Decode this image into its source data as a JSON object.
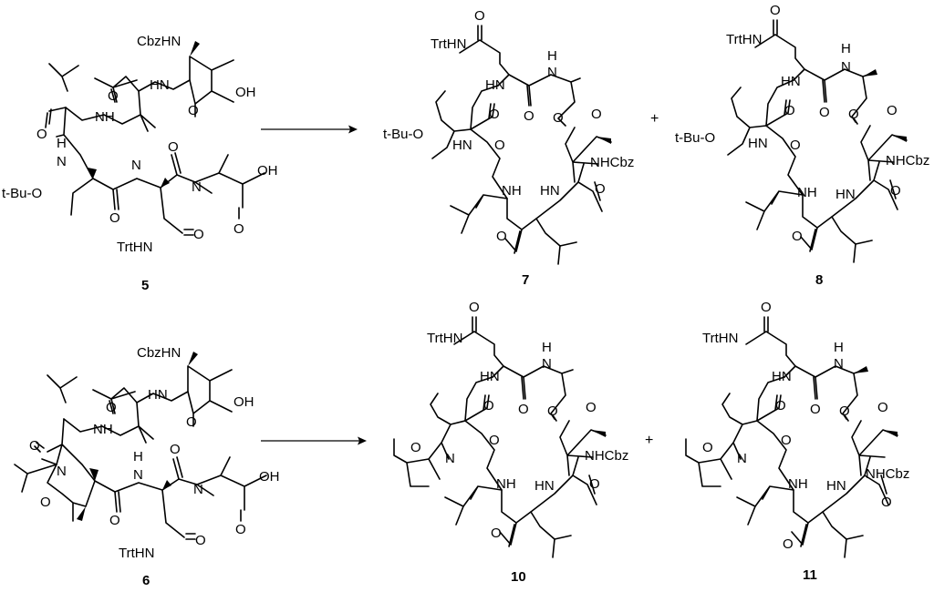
{
  "compounds": {
    "c5": "5",
    "c6": "6",
    "c7": "7",
    "c8": "8",
    "c10": "10",
    "c11": "11"
  },
  "operators": {
    "plus": "+"
  },
  "atoms": {
    "o": "O",
    "n": "N",
    "nh": "NH",
    "hn": "HN",
    "oh": "OH"
  },
  "groups": {
    "cbzhn": "CbzHN",
    "nhcbz": "NHCbz",
    "trthn": "TrtHN",
    "tbuo": "t-Bu-O"
  }
}
